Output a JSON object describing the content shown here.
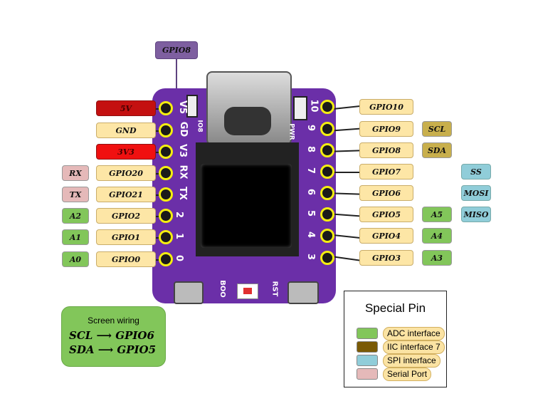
{
  "top_pin": {
    "label": "GPIO8",
    "color": "#7e5fa0"
  },
  "left_pins": [
    {
      "silk": "V5",
      "gpio": "5V",
      "gpio_color": "#c41010",
      "extra": ""
    },
    {
      "silk": "GD",
      "gpio": "GND",
      "gpio_color": "#fde6a6",
      "extra": ""
    },
    {
      "silk": "V3",
      "gpio": "3V3",
      "gpio_color": "#f01010",
      "extra": ""
    },
    {
      "silk": "RX",
      "gpio": "GPIO20",
      "gpio_color": "#fde6a6",
      "extra": "RX",
      "extra_color": "#e5b9b9"
    },
    {
      "silk": "TX",
      "gpio": "GPIO21",
      "gpio_color": "#fde6a6",
      "extra": "TX",
      "extra_color": "#e5b9b9"
    },
    {
      "silk": "2",
      "gpio": "GPIO2",
      "gpio_color": "#fde6a6",
      "extra": "A2",
      "extra_color": "#82c65a"
    },
    {
      "silk": "1",
      "gpio": "GPIO1",
      "gpio_color": "#fde6a6",
      "extra": "A1",
      "extra_color": "#82c65a"
    },
    {
      "silk": "0",
      "gpio": "GPIO0",
      "gpio_color": "#fde6a6",
      "extra": "A0",
      "extra_color": "#82c65a"
    }
  ],
  "right_pins": [
    {
      "silk": "10",
      "gpio": "GPIO10",
      "extra": "",
      "extra2": ""
    },
    {
      "silk": "9",
      "gpio": "GPIO9",
      "extra": "SCL",
      "extra_color": "#c8af4c",
      "extra2": ""
    },
    {
      "silk": "8",
      "gpio": "GPIO8",
      "extra": "SDA",
      "extra_color": "#c8af4c",
      "extra2": ""
    },
    {
      "silk": "7",
      "gpio": "GPIO7",
      "extra": "",
      "extra2": "SS"
    },
    {
      "silk": "6",
      "gpio": "GPIO6",
      "extra": "",
      "extra2": "MOSI"
    },
    {
      "silk": "5",
      "gpio": "GPIO5",
      "extra": "A5",
      "extra_color": "#82c65a",
      "extra2": "MISO"
    },
    {
      "silk": "4",
      "gpio": "GPIO4",
      "extra": "A4",
      "extra_color": "#82c65a",
      "extra2": ""
    },
    {
      "silk": "3",
      "gpio": "GPIO3",
      "extra": "A3",
      "extra_color": "#82c65a",
      "extra2": ""
    }
  ],
  "spi_color": "#90cdd9",
  "board_text": {
    "io8": "IO8",
    "pwr": "PWR",
    "boot": "BOO",
    "rst": "RST"
  },
  "screen_wiring": {
    "title": "Screen wiring",
    "line1": "SCL ⟶ GPIO6",
    "line2": "SDA ⟶ GPIO5",
    "color": "#82c65a"
  },
  "legend": {
    "title": "Special Pin",
    "items": [
      {
        "label": "ADC interface",
        "color": "#82c65a"
      },
      {
        "label": "IIC interface 7",
        "color": "#7a5a05"
      },
      {
        "label": "SPI interface",
        "color": "#90cdd9"
      },
      {
        "label": "Serial Port",
        "color": "#e5b9b9"
      }
    ]
  }
}
